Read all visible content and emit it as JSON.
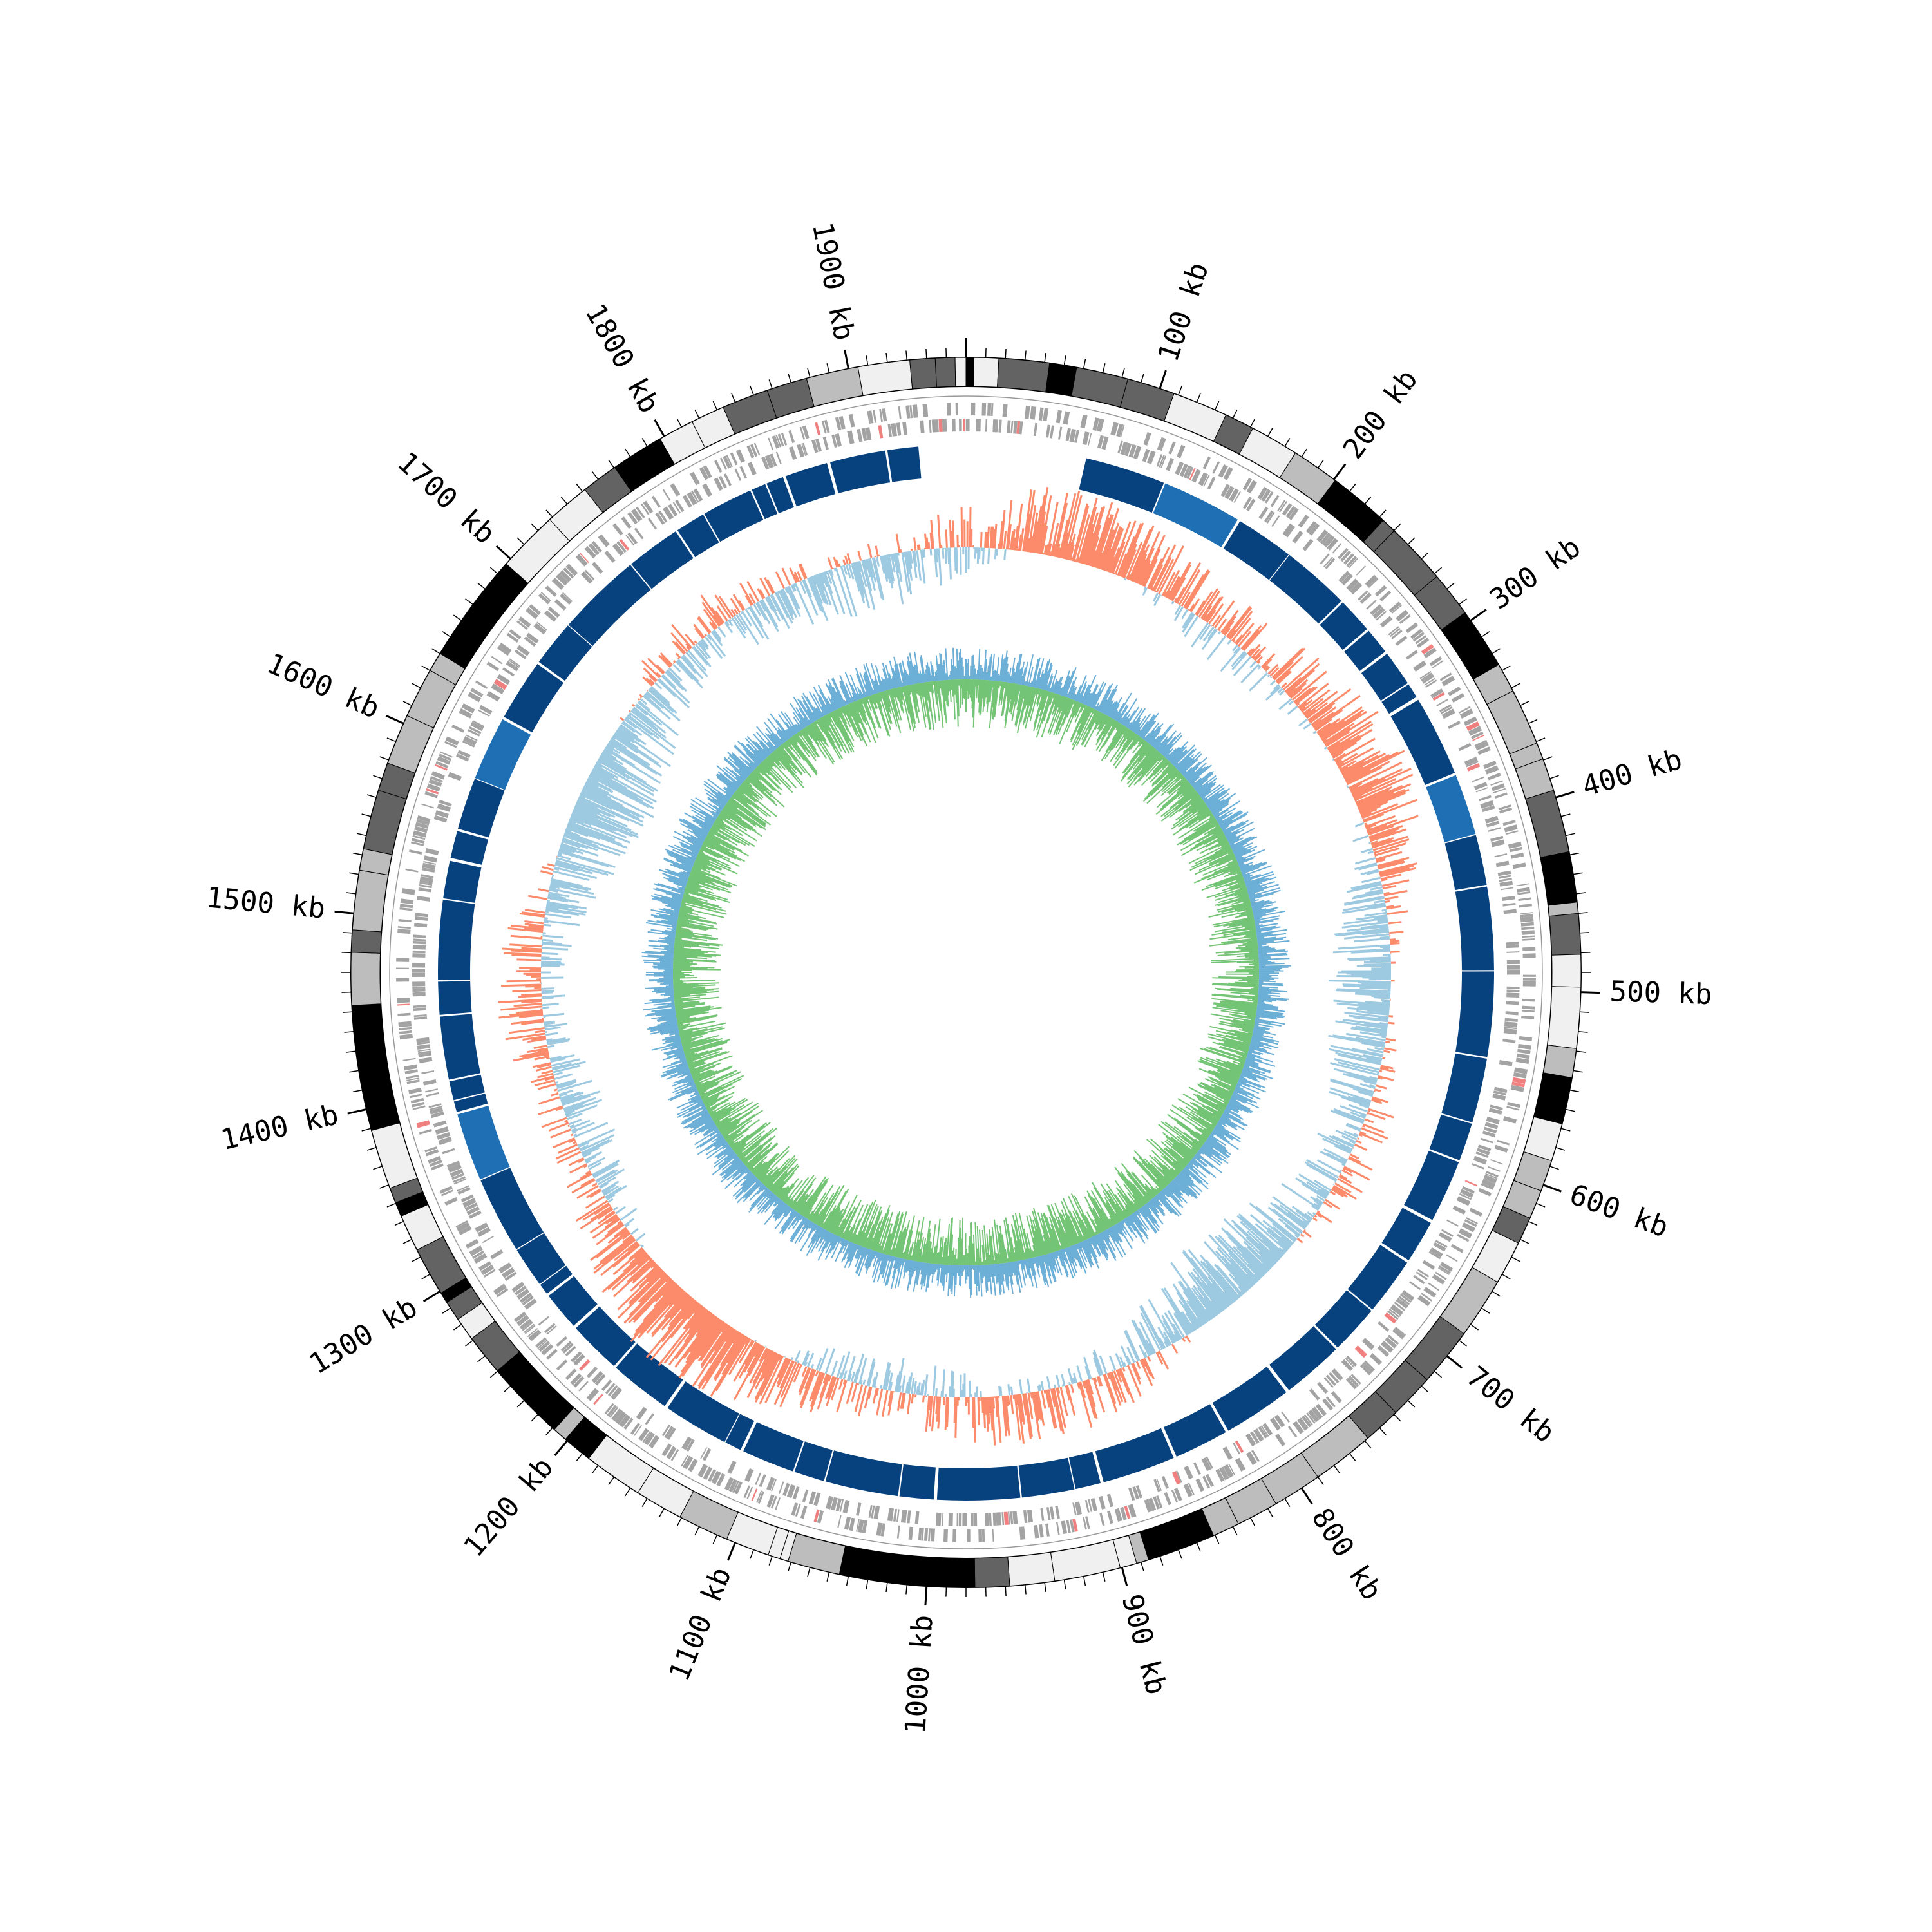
{
  "diagram": {
    "type": "circular-genome-map",
    "genome_length_kb": 1960,
    "colors": {
      "cyto": [
        "#f0f0f0",
        "#bdbdbd",
        "#636363",
        "#000000"
      ],
      "gene_gray": "#a3a3a3",
      "gene_red": "#f08080",
      "block_dark": "#08427e",
      "block_mid": "#1f6fb4",
      "skew_pos": "#fb8b6a",
      "skew_neg": "#9ecae1",
      "gc_green": "#74c476",
      "gc_blue": "#6baed6"
    },
    "ticks": [
      {
        "kb": 100,
        "label": "100 kb"
      },
      {
        "kb": 200,
        "label": "200 kb"
      },
      {
        "kb": 300,
        "label": "300 kb"
      },
      {
        "kb": 400,
        "label": "400 kb"
      },
      {
        "kb": 500,
        "label": "500 kb"
      },
      {
        "kb": 600,
        "label": "600 kb"
      },
      {
        "kb": 700,
        "label": "700 kb"
      },
      {
        "kb": 800,
        "label": "800 kb"
      },
      {
        "kb": 900,
        "label": "900 kb"
      },
      {
        "kb": 1000,
        "label": "1000 kb"
      },
      {
        "kb": 1100,
        "label": "1100 kb"
      },
      {
        "kb": 1200,
        "label": "1200 kb"
      },
      {
        "kb": 1300,
        "label": "1300 kb"
      },
      {
        "kb": 1400,
        "label": "1400 kb"
      },
      {
        "kb": 1500,
        "label": "1500 kb"
      },
      {
        "kb": 1600,
        "label": "1600 kb"
      },
      {
        "kb": 1700,
        "label": "1700 kb"
      },
      {
        "kb": 1800,
        "label": "1800 kb"
      },
      {
        "kb": 1900,
        "label": "1900 kb"
      }
    ],
    "block_gaps_kb": [
      [
        1935,
        55
      ],
      [
        1088,
        1110
      ]
    ]
  }
}
